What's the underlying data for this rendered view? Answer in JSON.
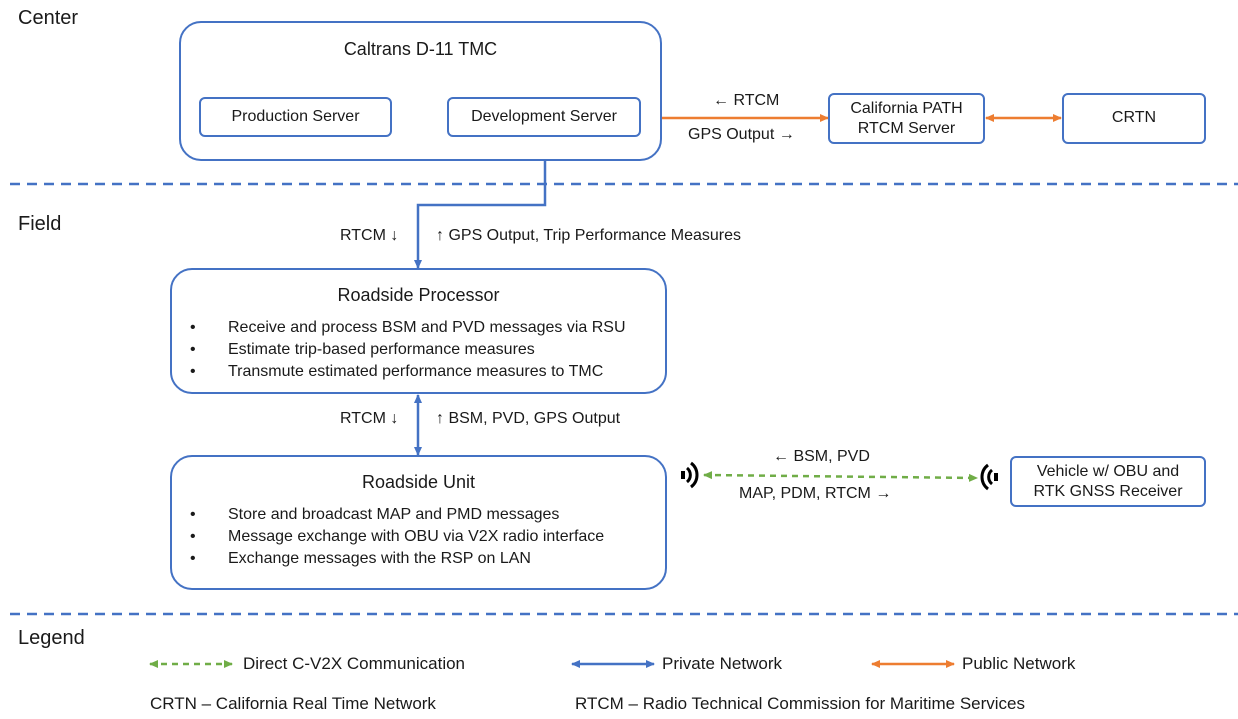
{
  "sections": {
    "center": "Center",
    "field": "Field",
    "legend": "Legend"
  },
  "tmc": {
    "title": "Caltrans D-11 TMC",
    "production_server": "Production Server",
    "development_server": "Development Server"
  },
  "path_server": {
    "line1": "California PATH",
    "line2": "RTCM Server"
  },
  "crtn": "CRTN",
  "link_center": {
    "left_arrow_label": "← RTCM",
    "right_arrow_label": "GPS Output →"
  },
  "link_tmc_rsp": {
    "down_label": "RTCM ↓",
    "up_label": "↑ GPS Output, Trip Performance Measures"
  },
  "roadside_processor": {
    "title": "Roadside Processor",
    "bullets": [
      "Receive and process BSM and PVD messages via RSU",
      "Estimate trip-based performance measures",
      "Transmute estimated performance measures to TMC"
    ]
  },
  "link_rsp_rsu": {
    "down_label": "RTCM ↓",
    "up_label": "↑ BSM, PVD, GPS Output"
  },
  "roadside_unit": {
    "title": "Roadside Unit",
    "bullets": [
      "Store and broadcast MAP and PMD messages",
      "Message exchange with OBU via V2X radio interface",
      "Exchange messages with the RSP on LAN"
    ]
  },
  "link_v2x": {
    "left_arrow_label": "← BSM, PVD",
    "right_arrow_label": "MAP, PDM, RTCM →"
  },
  "vehicle": {
    "line1": "Vehicle w/ OBU and",
    "line2": "RTK GNSS Receiver"
  },
  "legend": {
    "items": [
      {
        "label": "Direct C-V2X Communication",
        "color": "#70ad47",
        "style": "dashed"
      },
      {
        "label": "Private Network",
        "color": "#4472c4",
        "style": "solid"
      },
      {
        "label": "Public Network",
        "color": "#ed7d31",
        "style": "solid"
      }
    ],
    "abbr_crtn": "CRTN – California Real Time Network",
    "abbr_rtcm": "RTCM – Radio Technical Commission for Maritime Services"
  },
  "colors": {
    "box_border": "#4472c4",
    "private_network": "#4472c4",
    "public_network": "#ed7d31",
    "v2x": "#70ad47",
    "divider": "#4472c4"
  },
  "icons": [
    "antenna-icon",
    "antenna-icon"
  ]
}
